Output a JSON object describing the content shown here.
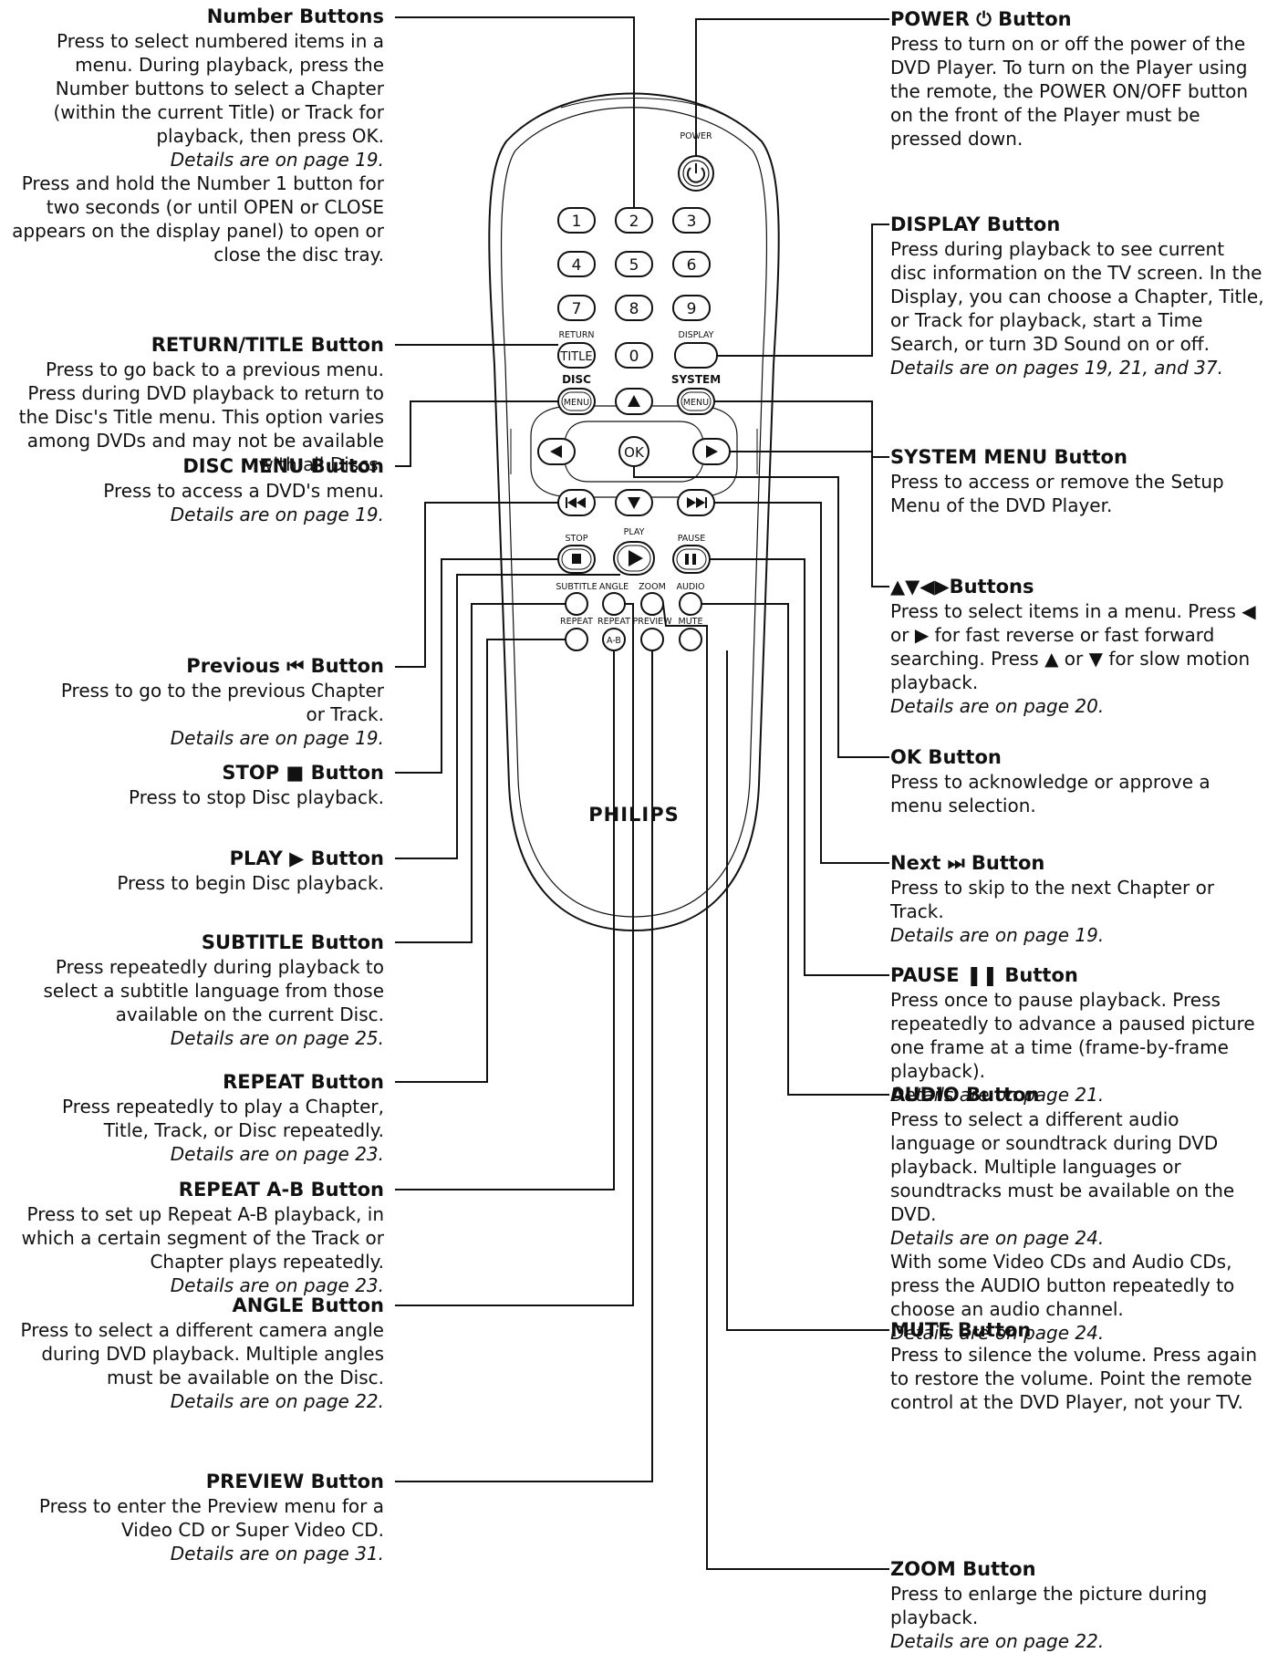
{
  "brand": "PHILIPS",
  "left": [
    {
      "title": "Number Buttons",
      "text": "Press to select numbered items in a menu. During playback, press the Number buttons to select a Chapter (within the current Title) or Track for playback, then press OK.",
      "details": "Details are on page 19.",
      "text2": "Press and hold the Number 1 button for two seconds (or until OPEN or CLOSE appears on the display panel) to open or close the disc tray."
    },
    {
      "title": "RETURN/TITLE Button",
      "text": "Press to go back to a previous menu. Press during DVD playback to return to the Disc's Title menu. This option varies among DVDs and may not be available with all Discs."
    },
    {
      "title": "DISC MENU Button",
      "text": "Press to access a DVD's menu.",
      "details": "Details are on page 19."
    },
    {
      "title": "Previous ⏮ Button",
      "text": "Press to go to the previous Chapter or Track.",
      "details": "Details are on page 19."
    },
    {
      "title": "STOP ■ Button",
      "text": "Press to stop Disc playback."
    },
    {
      "title": "PLAY ▶ Button",
      "text": "Press to begin Disc playback."
    },
    {
      "title": "SUBTITLE Button",
      "text": "Press repeatedly during playback to select a subtitle language from those available on the current Disc.",
      "details": "Details are on page 25."
    },
    {
      "title": "REPEAT Button",
      "text": "Press repeatedly to play a Chapter, Title, Track, or Disc repeatedly.",
      "details": "Details are on page 23."
    },
    {
      "title": "REPEAT A-B Button",
      "text": "Press to set up Repeat A-B playback, in which a certain segment of the Track or Chapter plays repeatedly.",
      "details": "Details are on page 23."
    },
    {
      "title": "ANGLE Button",
      "text": "Press to select a different camera angle during DVD playback. Multiple angles must be available on the Disc.",
      "details": "Details are on page 22."
    },
    {
      "title": "PREVIEW Button",
      "text": "Press to enter the Preview menu for a Video CD or Super Video CD.",
      "details": "Details are on page 31."
    }
  ],
  "right": [
    {
      "title": "POWER ⏻ Button",
      "text": "Press to turn on or off the power of the DVD Player. To turn on the Player using the remote, the POWER ON/OFF button on the front of the Player must be pressed down."
    },
    {
      "title": "DISPLAY Button",
      "text": "Press during playback to see current disc information on the TV screen. In the Display, you can choose a Chapter, Title, or Track for playback, start a Time Search, or turn 3D Sound on or off.",
      "details": "Details are on pages 19, 21, and 37."
    },
    {
      "title": "SYSTEM MENU Button",
      "text": "Press to access or remove the Setup Menu of the DVD Player."
    },
    {
      "title": "▲▼◀▶Buttons",
      "text": "Press to select items in a menu. Press ◀ or ▶ for fast reverse or fast forward searching. Press ▲ or ▼ for slow motion playback.",
      "details": "Details are on page 20."
    },
    {
      "title": "OK Button",
      "text": "Press to acknowledge or approve a menu selection."
    },
    {
      "title": "Next ⏭ Button",
      "text": "Press to skip to the next Chapter or Track.",
      "details": "Details are on page 19."
    },
    {
      "title": "PAUSE ❚❚ Button",
      "text": "Press once to pause playback. Press repeatedly to advance a paused picture one frame at a time (frame-by-frame playback).",
      "details": "Details are on page 21."
    },
    {
      "title": "AUDIO Button",
      "text": "Press to select a different audio language or soundtrack during DVD playback. Multiple languages or soundtracks must be available on the DVD.",
      "details": "Details are on page 24.",
      "text2": "With some Video CDs and Audio CDs, press the AUDIO button repeatedly to choose an audio channel.",
      "details2": "Details are on page 24."
    },
    {
      "title": "MUTE Button",
      "text": "Press to silence the volume. Press again to restore the volume. Point the remote control at the DVD Player, not your TV."
    },
    {
      "title": "ZOOM Button",
      "text": "Press to enlarge the picture during playback.",
      "details": "Details are on page 22."
    }
  ],
  "remote": {
    "power": "POWER",
    "numbers": [
      "1",
      "2",
      "3",
      "4",
      "5",
      "6",
      "7",
      "8",
      "9",
      "0"
    ],
    "return": "RETURN",
    "title": "TITLE",
    "display": "DISPLAY",
    "disc": "DISC",
    "system": "SYSTEM",
    "menu": "MENU",
    "ok": "OK",
    "stop": "STOP",
    "play": "PLAY",
    "pause": "PAUSE",
    "subtitle": "SUBTITLE",
    "angle": "ANGLE",
    "zoom": "ZOOM",
    "audio": "AUDIO",
    "repeat": "REPEAT",
    "ab": "A-B",
    "preview": "PREVIEW",
    "mute": "MUTE"
  }
}
